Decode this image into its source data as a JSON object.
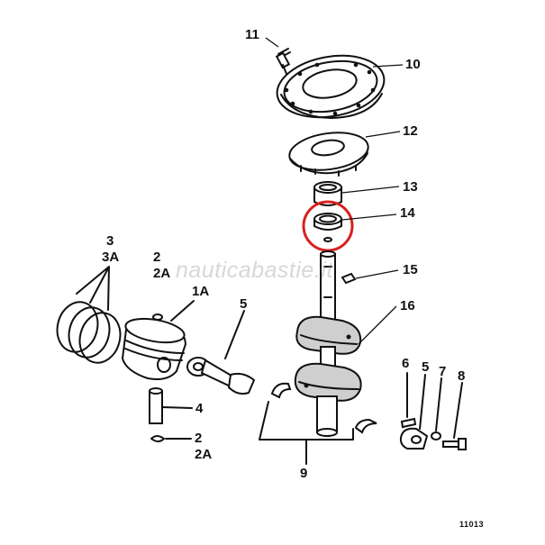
{
  "labels": {
    "l11": "11",
    "l10": "10",
    "l12": "12",
    "l13": "13",
    "l14": "14",
    "l15": "15",
    "l16": "16",
    "l3": "3",
    "l3a": "3A",
    "l2top": "2",
    "l2atop": "2A",
    "l1a": "1A",
    "l5left": "5",
    "l4": "4",
    "l2bot": "2",
    "l2abot": "2A",
    "l6": "6",
    "l5right": "5",
    "l7": "7",
    "l8": "8",
    "l9": "9"
  },
  "drawing_code": "11013",
  "watermark": "nauticabastie.it",
  "highlight_color": "#d92020"
}
